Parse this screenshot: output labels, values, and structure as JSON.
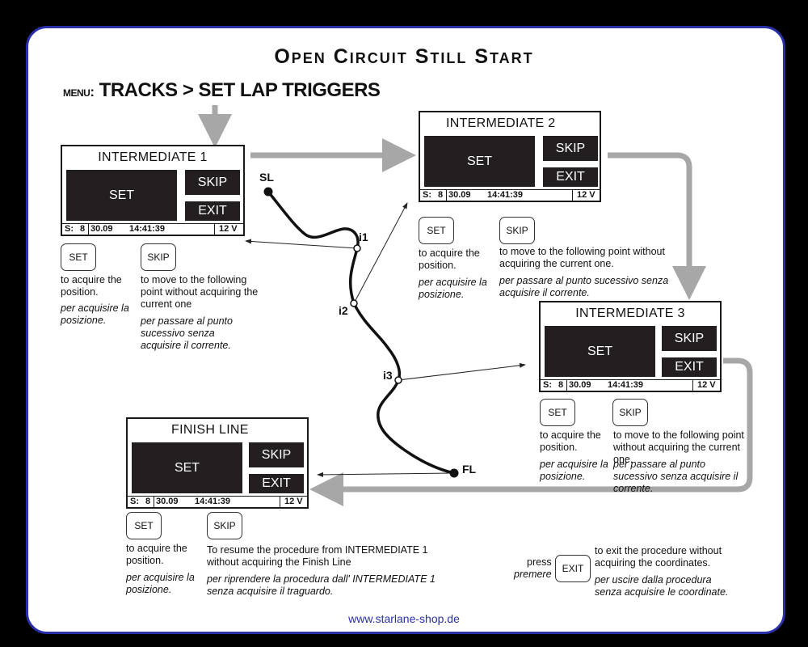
{
  "title": "Open Circuit Still Start",
  "menu": {
    "prefix": "menu:",
    "path": "TRACKS > SET LAP TRIGGERS"
  },
  "status": {
    "s": "S:",
    "num": "8",
    "date": "30.09",
    "time": "14:41:39",
    "volt": "12 V"
  },
  "buttons": {
    "set": "SET",
    "skip": "SKIP",
    "exit": "EXIT"
  },
  "screens": {
    "i1": {
      "title": "INTERMEDIATE 1"
    },
    "i2": {
      "title": "INTERMEDIATE 2"
    },
    "i3": {
      "title": "INTERMEDIATE 3"
    },
    "fl": {
      "title": "FINISH LINE"
    }
  },
  "track": {
    "start": "SL",
    "finish": "FL",
    "p1": "i1",
    "p2": "i2",
    "p3": "i3"
  },
  "notes": {
    "set_en": "to acquire the position.",
    "set_it": "per acquisire la posizione.",
    "i1_skip_en": "to move to the following point without acquiring the current one",
    "i1_skip_it": "per passare al punto sucessivo senza acquisire il corrente.",
    "i2_skip_en": "to move to the following point without acquiring the current one.",
    "i2_skip_it": "per passare al punto sucessivo senza acquisire il corrente.",
    "i3_skip_en": "to move to the following point without acquiring the current one.",
    "i3_skip_it": "per passare al punto sucessivo senza acquisire il corrente.",
    "fl_skip_en": "To resume the procedure from INTERMEDIATE 1 without acquiring the Finish Line",
    "fl_skip_it": "per riprendere la procedura dall' INTERMEDIATE 1 senza acquisire il traguardo.",
    "press_en": "press",
    "press_it": "premere",
    "exit_en": "to exit the procedure without acquiring the coordinates.",
    "exit_it": "per uscire dalla procedura senza acquisire le coordinate."
  },
  "footer": "www.starlane-shop.de",
  "colors": {
    "border": "#2b2fa8",
    "button": "#231f20",
    "arrow": "#a7a7a7"
  }
}
